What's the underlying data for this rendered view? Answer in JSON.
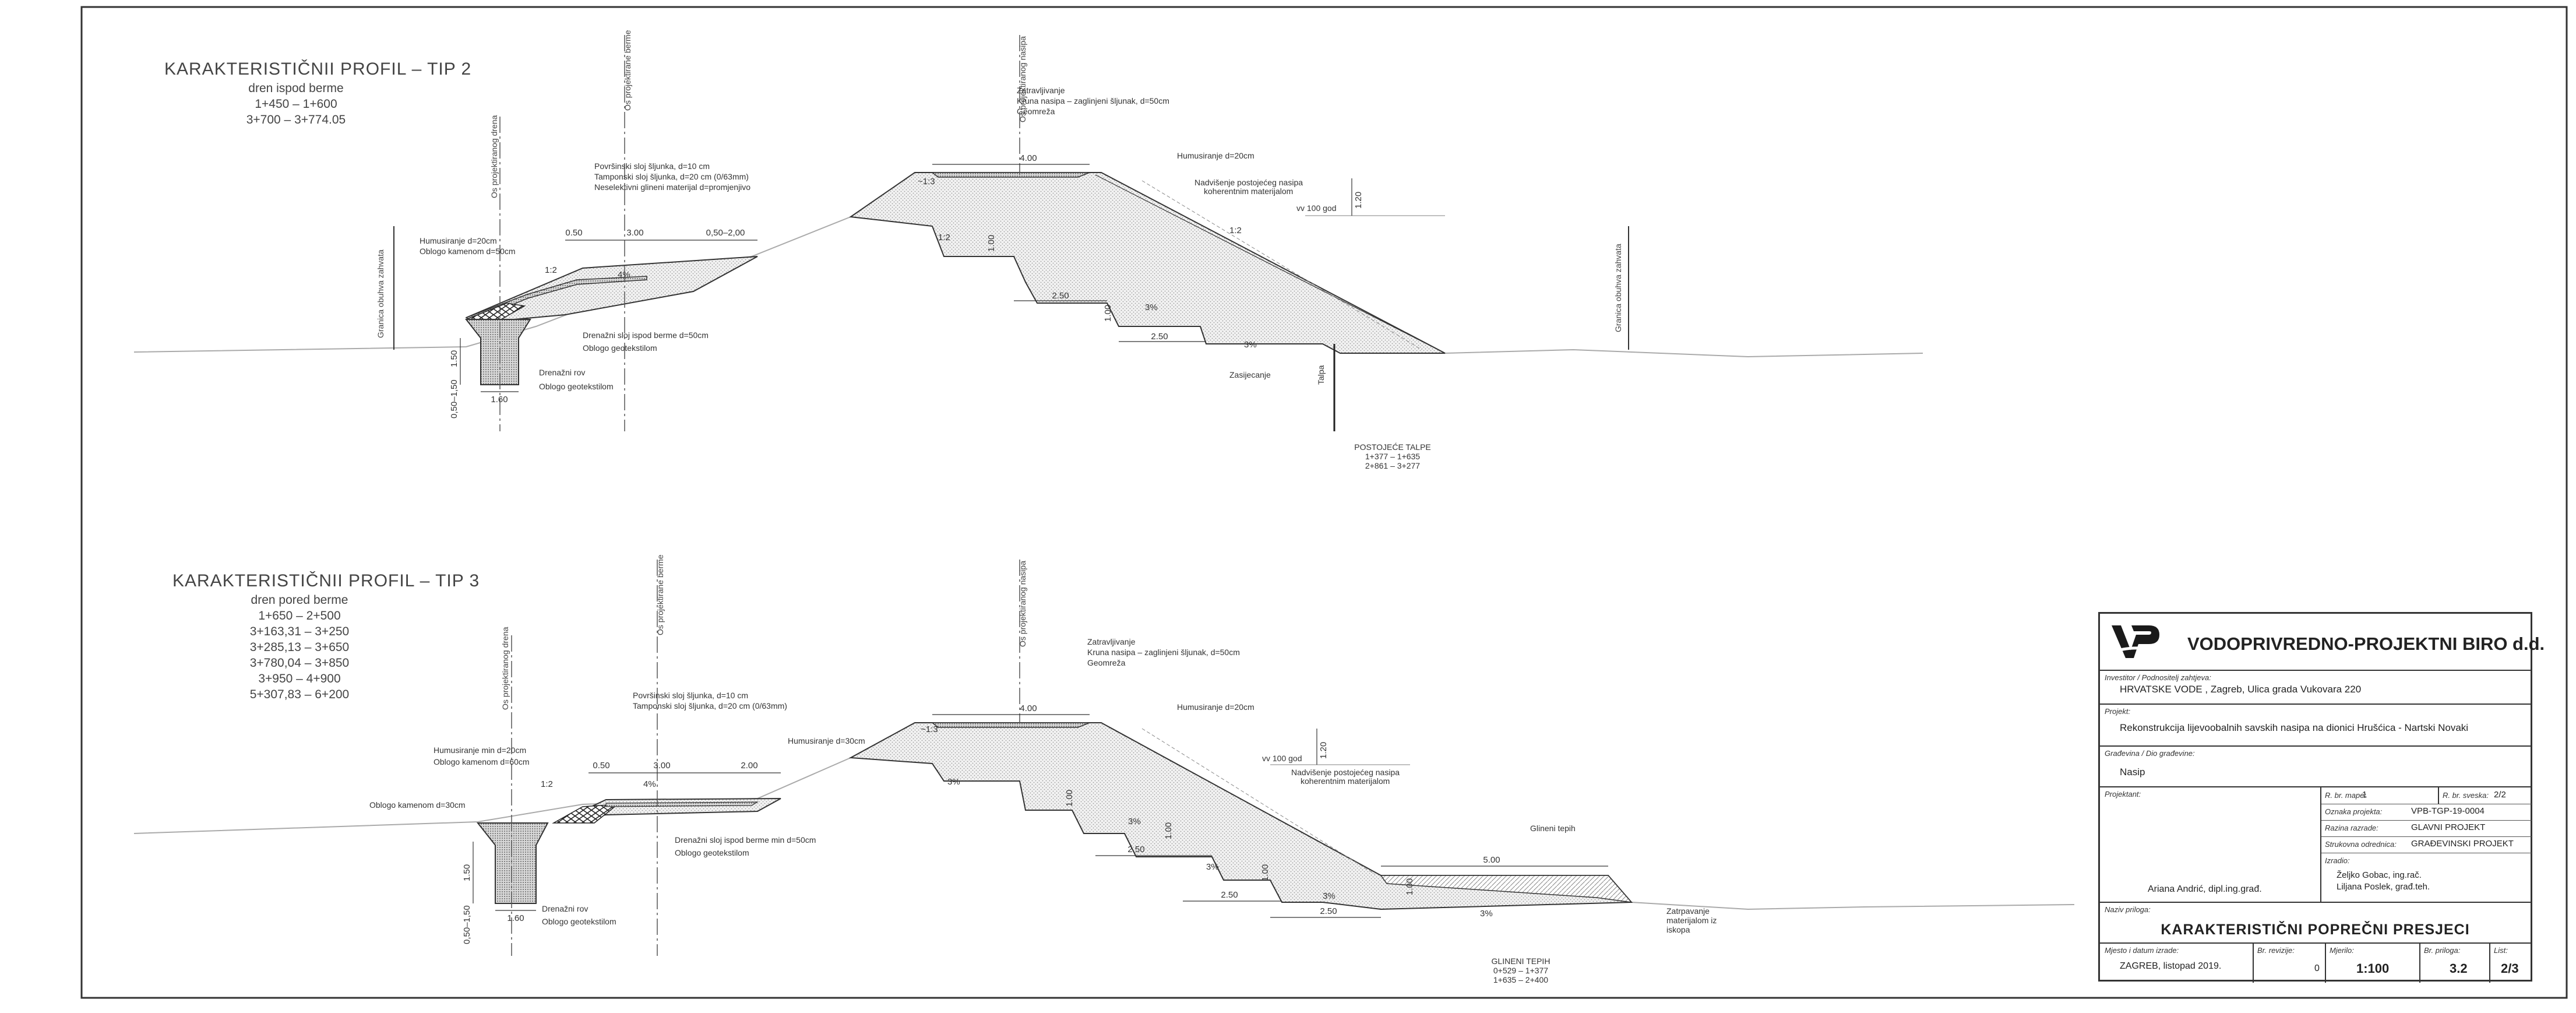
{
  "sheet": {
    "tip2": {
      "title": "KARAKTERISTIČNII PROFIL – TIP 2",
      "subtitle": "dren ispod berme",
      "ranges": [
        "1+450 – 1+600",
        "3+700 – 3+774.05"
      ]
    },
    "tip3": {
      "title": "KARAKTERISTIČNII PROFIL – TIP 3",
      "subtitle": "dren pored berme",
      "ranges": [
        "1+650 – 2+500",
        "3+163,31 – 3+250",
        "3+285,13 – 3+650",
        "3+780,04 – 3+850",
        "3+950 – 4+900",
        "5+307,83 – 6+200"
      ]
    },
    "axis_labels": {
      "berma": "Os projektirane berme",
      "drena": "Os projektiranog drena",
      "nasipa": "Os projektiranog nasipa",
      "granica": "Granica obuhva zahvata"
    },
    "notes_tip2": {
      "zatravljivanje": "Zatravljivanje",
      "kruna": "Kruna nasipa – zaglinjeni šljunak, d=50cm",
      "geomreza": "Geomreža",
      "humus20": "Humusiranje d=20cm",
      "nadvisenje1": "Nadvišenje postojećeg nasipa",
      "nadvisenje2": "koherentnim materijalom",
      "povrsinski": "Površinski sloj šljunka, d=10 cm",
      "tamponski": "Tamponski sloj šljunka, d=20 cm (0/63mm)",
      "neselektivni": "Neselektivni glineni materijal d=promjenjivo",
      "humus_left": "Humusiranje d=20cm",
      "oblog_left": "Oblogo kamenom d=50cm",
      "drenazni": "Drenažni sloj ispod berme d=50cm",
      "geotekstil": "Oblogo geotekstilom",
      "drenazni_rov": "Drenažni rov",
      "oblog_geo": "Oblogo geotekstilom",
      "zasijecanje": "Zasijecanje",
      "talpa": "Talpa",
      "postojece_title": "POSTOJEĆE TALPE",
      "postojece_1": "1+377 – 1+635",
      "postojece_2": "2+861 – 3+277",
      "vv100": "vv 100 god"
    },
    "notes_tip3": {
      "zatravljivanje": "Zatravljivanje",
      "kruna": "Kruna nasipa – zaglinjeni šljunak, d=50cm",
      "geomreza": "Geomreža",
      "humus20": "Humusiranje d=20cm",
      "nadvisenje1": "Nadvišenje postojećeg nasipa",
      "nadvisenje2": "koherentnim materijalom",
      "povrsinski": "Površinski sloj šljunka, d=10 cm",
      "tamponski": "Tamponski sloj šljunka, d=20 cm (0/63mm)",
      "humus_min": "Humusiranje min d=20cm",
      "oblog60": "Oblogo kamenom d=60cm",
      "humus30": "Humusiranje d=30cm",
      "oblog30": "Oblogo kamenom d=30cm",
      "drenazni": "Drenažni sloj ispod berme min d=50cm",
      "geotekstil": "Oblogo geotekstilom",
      "drenazni_rov": "Drenažni rov",
      "oblog_geo": "Oblogo geotekstilom",
      "gline_tepih": "Glineni tepih",
      "zatrpavanje1": "Zatrpavanje",
      "zatrpavanje2": "materijalom iz",
      "zatrpavanje3": "iskopa",
      "glineni_title": "GLINENI TEPIH",
      "glineni_1": "0+529 – 1+377",
      "glineni_2": "1+635 – 2+400",
      "vv100": "vv 100 god"
    },
    "dims_tip2": {
      "d400": "4.00",
      "d050": "0.50",
      "d300": "3.00",
      "d050_200": "0,50–2,00",
      "d100a": "1.00",
      "d250a": "2.50",
      "d100b": "1.00",
      "d250b": "2.50",
      "d120": "1.20",
      "d150": "1.50",
      "d050_150": "0,50–1,50",
      "d160": "1.60",
      "s12a": "1:2",
      "s12b": "1:2",
      "s13": "~1:3",
      "s12c": "1:2",
      "pct": "4%",
      "p3a": "3%",
      "p3b": "3%"
    },
    "dims_tip3": {
      "d400": "4.00",
      "d050": "0.50",
      "d300": "3.00",
      "d200": "2.00",
      "d100a": "1.00",
      "d250a": "2.50",
      "d100b": "1.00",
      "d250b": "2.50",
      "d100c": "1.00",
      "d250c": "2.50",
      "d500": "5.00",
      "d100d": "1.00",
      "d120": "1.20",
      "d150": "1.50",
      "d050_150": "0,50–1,50",
      "d160": "1.60",
      "s12a": "1:2",
      "s13": "~1:3",
      "pct": "4%",
      "p3a": "3%",
      "p3b": "3%",
      "p3c": "3%",
      "p3d": "3%",
      "p3e": "3%"
    },
    "title_block": {
      "company": "VODOPRIVREDNO-PROJEKTNI BIRO d.d.",
      "investor_lbl": "Investitor / Podnositelj zahtjeva:",
      "investor": "HRVATSKE VODE , Zagreb, Ulica grada Vukovara 220",
      "projekt_lbl": "Projekt:",
      "projekt": "Rekonstrukcija lijevoobalnih savskih nasipa na dionici Hrušćica - Nartski Novaki",
      "gradevina_lbl": "Građevina / Dio građevine:",
      "gradevina": "Nasip",
      "projektant_lbl": "Projektant:",
      "projektant": "Ariana Andrić, dipl.ing.građ.",
      "rbr_mape_lbl": "R. br. mape:",
      "rbr_mape": "1",
      "rbr_sveska_lbl": "R. br. sveska:",
      "rbr_sveska": "2/2",
      "oznaka_lbl": "Oznaka projekta:",
      "oznaka": "VPB-TGP-19-0004",
      "razina_lbl": "Razina razrade:",
      "razina": "GLAVNI PROJEKT",
      "struka_lbl": "Strukovna odrednica:",
      "struka": "GRAĐEVINSKI PROJEKT",
      "izradio_lbl": "Izradio:",
      "izradio1": "Željko Gobac, ing.rač.",
      "izradio2": "Liljana Poslek, građ.teh.",
      "naziv_lbl": "Naziv priloga:",
      "naziv": "KARAKTERISTIČNI POPREČNI PRESJECI",
      "mjesto_lbl": "Mjesto i datum izrade:",
      "mjesto": "ZAGREB, listopad 2019.",
      "revizija_lbl": "Br. revizije:",
      "revizija": "0",
      "mjerilo_lbl": "Mjerilo:",
      "mjerilo": "1:100",
      "prilog_lbl": "Br. priloga:",
      "prilog": "3.2",
      "list_lbl": "List:",
      "list": "2/3"
    }
  }
}
